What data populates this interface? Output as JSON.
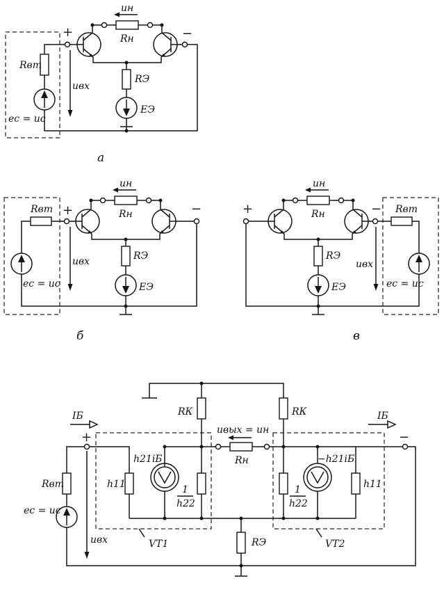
{
  "captions": {
    "a": "а",
    "b": "б",
    "v": "в"
  },
  "labels": {
    "u_load": "uн",
    "r_load": "Rн",
    "r_emitter": "RЭ",
    "e_emitter": "EЭ",
    "r_source": "Rвт",
    "u_input": "uвх",
    "e_source": "eс = uс",
    "plus": "+",
    "minus": "−",
    "r_collector": "RК",
    "u_out": "uвых = uн",
    "i_base": "IБ",
    "h11": "h11",
    "h21_pos": "h21iБ",
    "h21_neg": "−h21iБ",
    "h22_num": "1",
    "h22_den": "h22",
    "vt1": "VT1",
    "vt2": "VT2"
  }
}
